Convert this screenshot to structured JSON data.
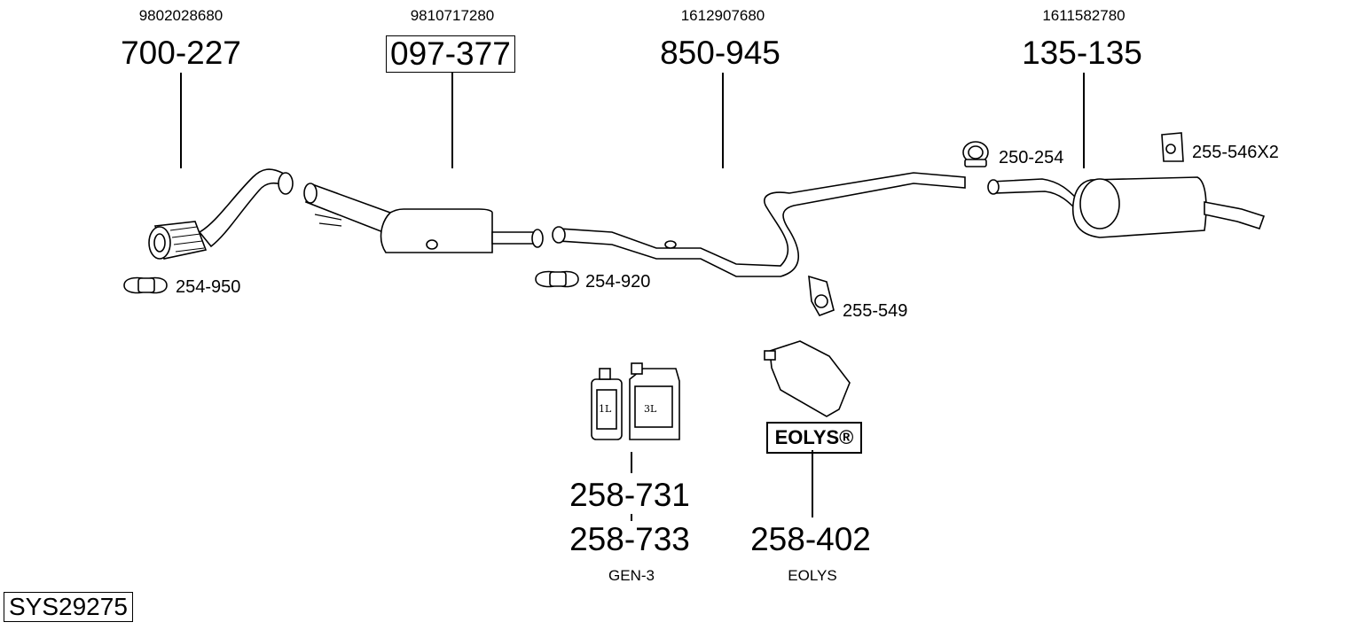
{
  "parts": [
    {
      "oe": "9802028680",
      "number": "700-227"
    },
    {
      "oe": "9810717280",
      "number": "097-377"
    },
    {
      "oe": "1612907680",
      "number": "850-945"
    },
    {
      "oe": "1611582780",
      "number": "135-135"
    }
  ],
  "accessories": {
    "clamp_left": "254-950",
    "clamp_mid": "254-920",
    "mount": "255-549",
    "clamp_right": "250-254",
    "hanger": "255-546X2"
  },
  "fluids": {
    "number_1": "258-731",
    "number_2": "258-733",
    "caption": "GEN-3",
    "can_small_label": "1L",
    "can_large_label": "3L"
  },
  "eolys": {
    "logo": "EOLYS®",
    "number": "258-402",
    "caption": "EOLYS"
  },
  "system_id": "SYS29275"
}
